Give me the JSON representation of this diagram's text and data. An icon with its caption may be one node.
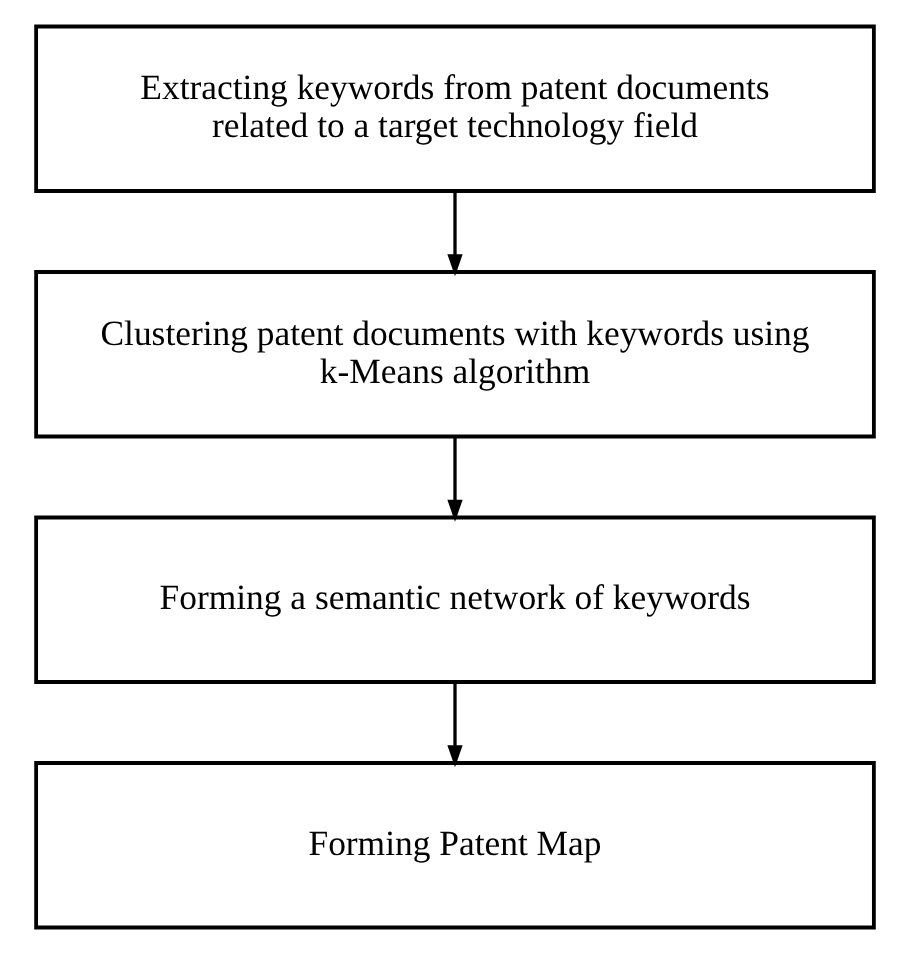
{
  "diagram": {
    "nodes": [
      {
        "text": [
          "Extracting keywords from patent documents related to a target technology field"
        ]
      },
      {
        "text": [
          "Clustering patent documents with keywords using k-Means algorithm"
        ]
      },
      {
        "text": [
          "Forming a semantic network of keywords"
        ]
      },
      {
        "text": [
          "Forming Patent Map"
        ]
      }
    ],
    "edges": [
      {
        "from": 0,
        "to": 1,
        "arrow": "to"
      },
      {
        "from": 1,
        "to": 2,
        "arrow": "to"
      },
      {
        "from": 2,
        "to": 3,
        "arrow": "to"
      }
    ]
  }
}
